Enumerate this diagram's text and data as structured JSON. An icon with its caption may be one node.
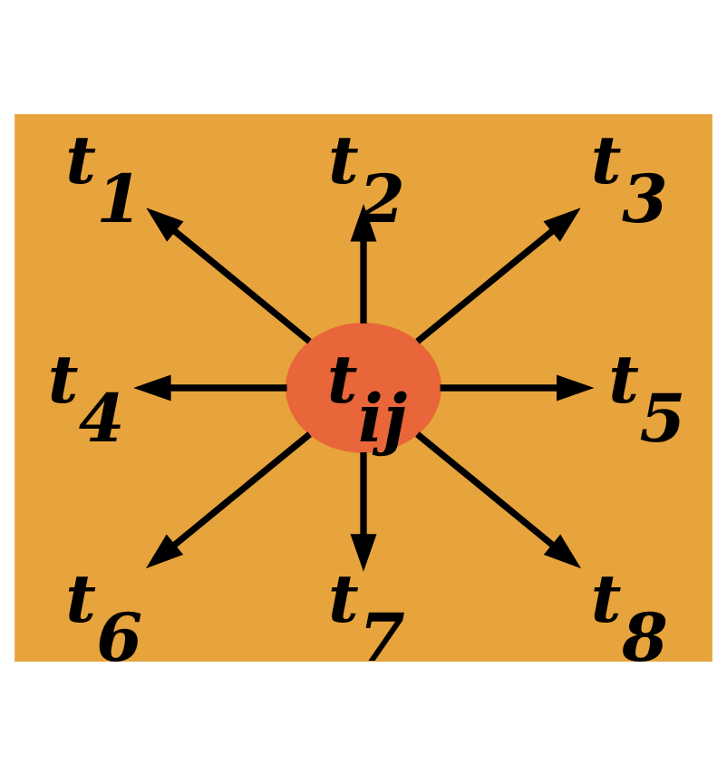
{
  "diagram": {
    "nodes": [
      {
        "text": [
          "t$_{1}$"
        ]
      },
      {
        "text": [
          "t$_{2}$"
        ]
      },
      {
        "text": [
          "t$_{3}$"
        ]
      },
      {
        "text": [
          "t$_{4}$"
        ]
      },
      {
        "text": [
          "t$_{ij}$"
        ]
      },
      {
        "text": [
          "t$_{5}$"
        ]
      },
      {
        "text": [
          "t$_{6}$"
        ]
      },
      {
        "text": [
          "t$_{7}$"
        ]
      },
      {
        "text": [
          "t$_{8}$"
        ]
      }
    ],
    "edges": [
      {
        "from": 4,
        "to": 0,
        "arrow": "to"
      },
      {
        "from": 4,
        "to": 1,
        "arrow": "to"
      },
      {
        "from": 4,
        "to": 2,
        "arrow": "to"
      },
      {
        "from": 4,
        "to": 3,
        "arrow": "to"
      },
      {
        "from": 4,
        "to": 5,
        "arrow": "to"
      },
      {
        "from": 4,
        "to": 6,
        "arrow": "to"
      },
      {
        "from": 4,
        "to": 7,
        "arrow": "to"
      },
      {
        "from": 4,
        "to": 8,
        "arrow": "to"
      }
    ]
  }
}
